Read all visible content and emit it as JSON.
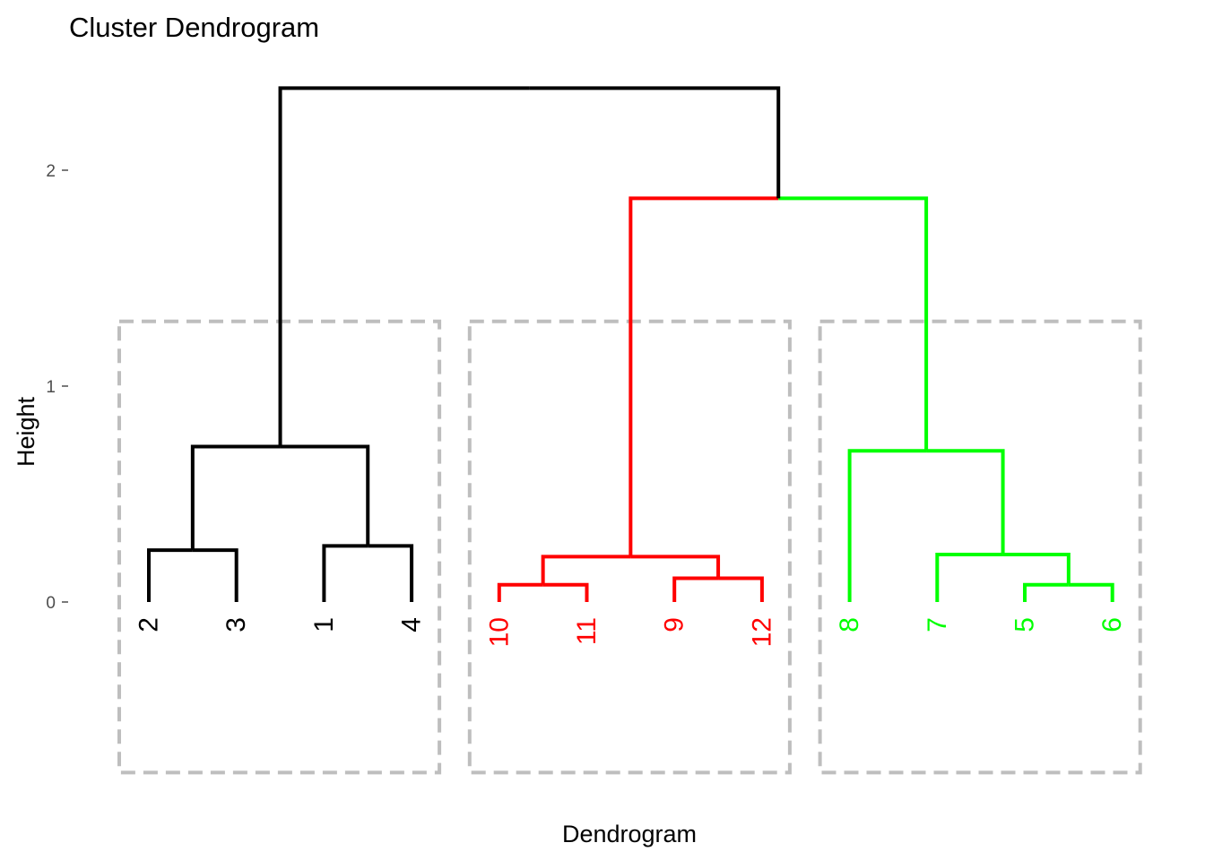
{
  "chart_data": {
    "type": "dendrogram",
    "title": "Cluster Dendrogram",
    "xlabel": "Dendrogram",
    "ylabel": "Height",
    "ylim": [
      -0.8,
      2.4
    ],
    "yticks": [
      0,
      1,
      2
    ],
    "grid": false,
    "leaf_order": [
      "2",
      "3",
      "1",
      "4",
      "10",
      "11",
      "9",
      "12",
      "8",
      "7",
      "5",
      "6"
    ],
    "merges": [
      {
        "left": "2",
        "right": "3",
        "height": 0.24
      },
      {
        "left": "1",
        "right": "4",
        "height": 0.26
      },
      {
        "left": "2-3",
        "right": "1-4",
        "height": 0.72
      },
      {
        "left": "10",
        "right": "11",
        "height": 0.08
      },
      {
        "left": "9",
        "right": "12",
        "height": 0.11
      },
      {
        "left": "10-11",
        "right": "9-12",
        "height": 0.21
      },
      {
        "left": "5",
        "right": "6",
        "height": 0.08
      },
      {
        "left": "7",
        "right": "5-6",
        "height": 0.22
      },
      {
        "left": "8",
        "right": "7-5-6",
        "height": 0.7
      },
      {
        "left": "10-11-9-12",
        "right": "8-7-5-6",
        "height": 1.87
      },
      {
        "left": "2-3-1-4",
        "right": "10-11-9-12-8-7-5-6",
        "height": 2.38
      }
    ],
    "clusters": [
      {
        "leaves": [
          "2",
          "3",
          "1",
          "4"
        ],
        "color": "#000000"
      },
      {
        "leaves": [
          "10",
          "11",
          "9",
          "12"
        ],
        "color": "#ff0000"
      },
      {
        "leaves": [
          "8",
          "7",
          "5",
          "6"
        ],
        "color": "#00ff00"
      }
    ],
    "top_color": "#000000",
    "cluster_rect_color": "#bebebe",
    "tick_color": "#4d4d4d"
  }
}
